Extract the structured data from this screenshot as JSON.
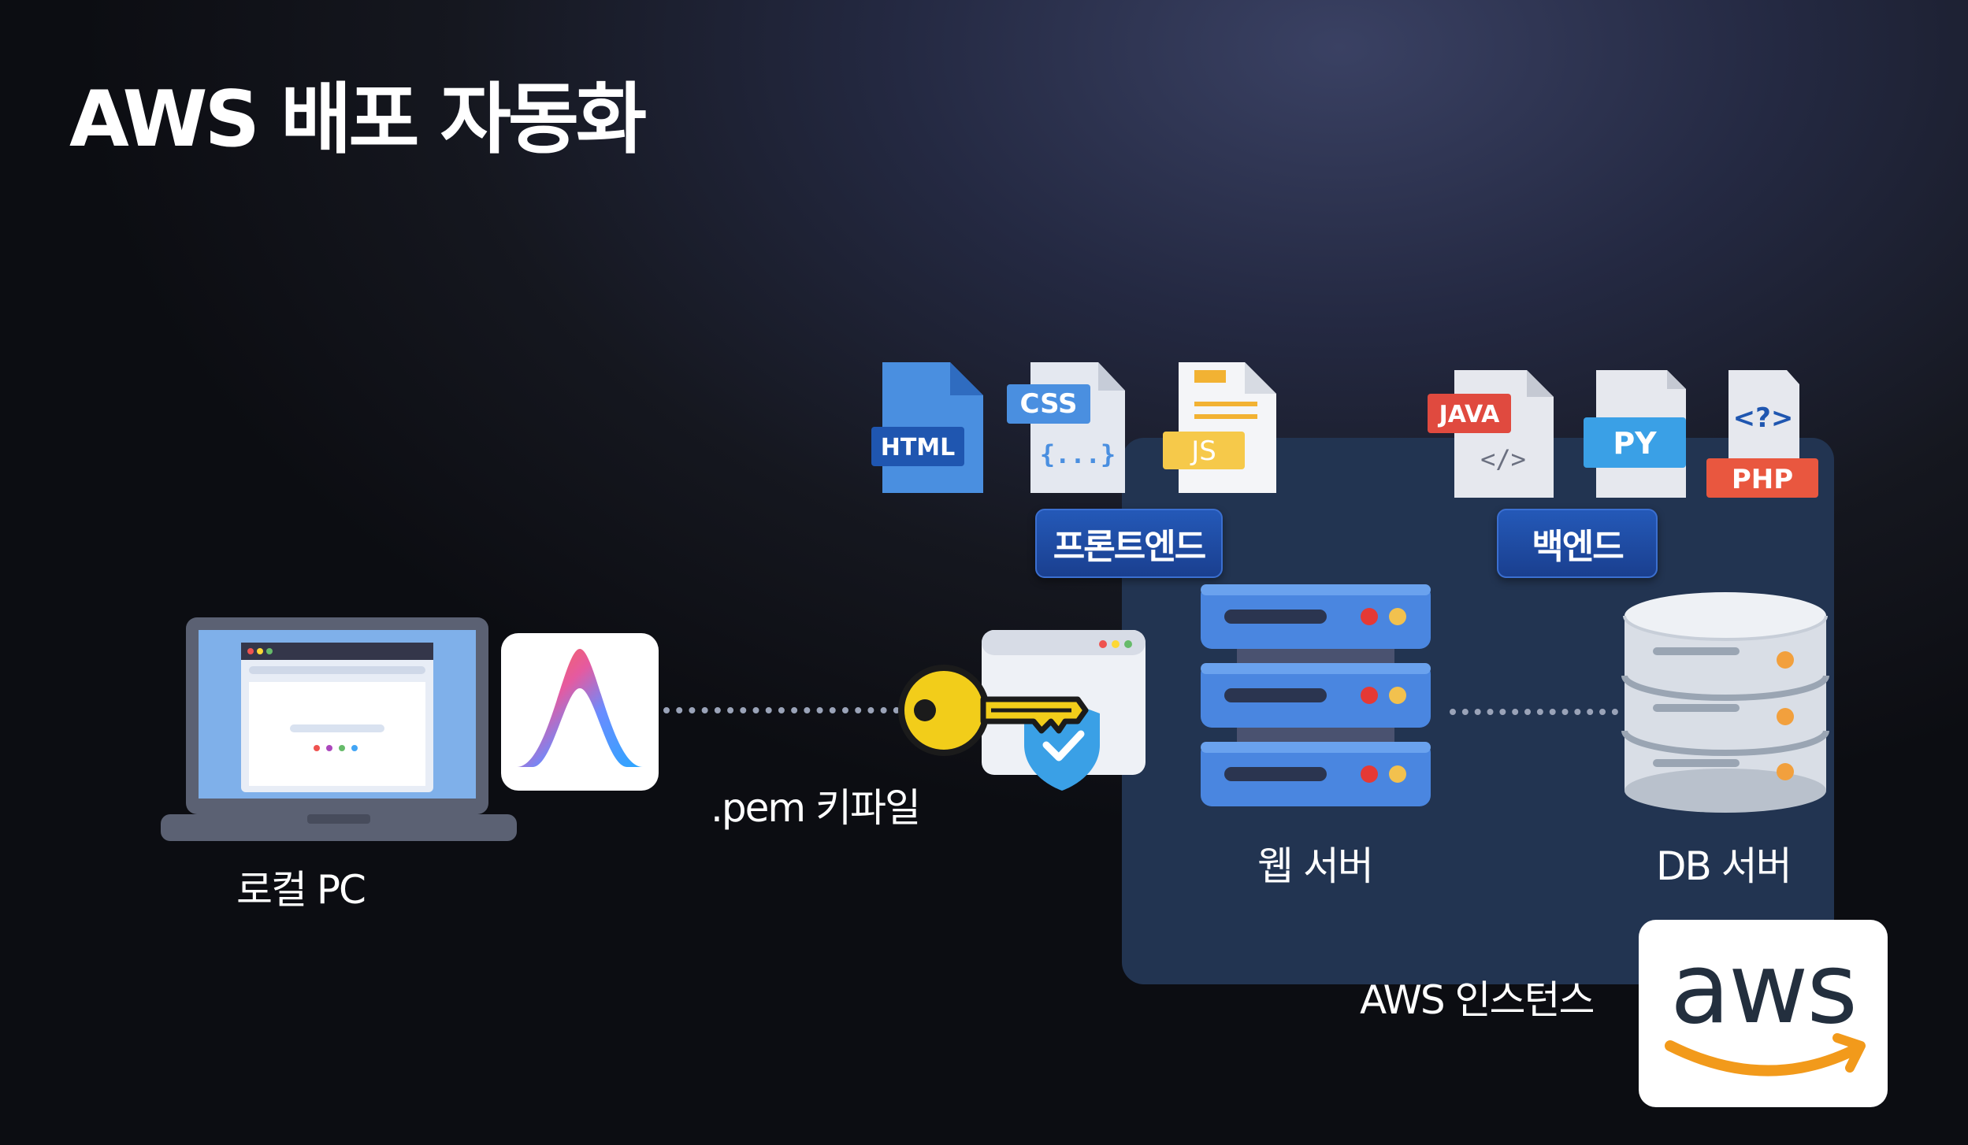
{
  "title": "AWS 배포 자동화",
  "nodes": {
    "local_pc": "로컬 PC",
    "pem": ".pem 키파일",
    "web_server": "웹 서버",
    "db_server": "DB 서버",
    "aws_instance": "AWS 인스턴스"
  },
  "frontend": {
    "label": "프론트엔드",
    "files": [
      "HTML",
      "CSS",
      "JS"
    ],
    "css_glyph": "{...}"
  },
  "backend": {
    "label": "백엔드",
    "files": [
      "JAVA",
      "PY",
      "PHP"
    ],
    "java_glyph": "</>",
    "php_glyph": "<?>"
  },
  "logo": {
    "aws": "aws"
  },
  "colors": {
    "panel": "#223451",
    "pill": "#1f4ea6",
    "server": "#4a86e0",
    "key": "#f2cd1a",
    "aws_orange": "#f29a1b",
    "aws_text": "#232f3e"
  }
}
